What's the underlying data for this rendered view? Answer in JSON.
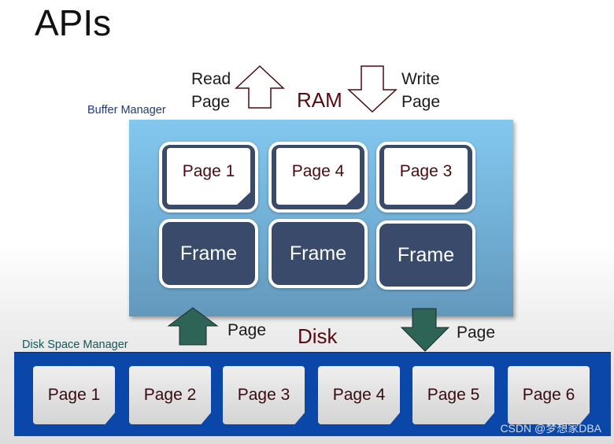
{
  "title": "APIs",
  "ram": {
    "label": "RAM",
    "read_label_line1": "Read",
    "read_label_line2": "Page",
    "write_label_line1": "Write",
    "write_label_line2": "Page"
  },
  "buffer_manager": {
    "label": "Buffer Manager",
    "pages": [
      {
        "label": "Page 1"
      },
      {
        "label": "Page 4"
      },
      {
        "label": "Page 3"
      }
    ],
    "frames": [
      {
        "label": "Frame"
      },
      {
        "label": "Frame"
      },
      {
        "label": "Frame"
      }
    ]
  },
  "disk": {
    "label": "Disk",
    "up_arrow_label": "Page",
    "down_arrow_label": "Page"
  },
  "disk_space_manager": {
    "label": "Disk Space Manager",
    "pages": [
      {
        "label": "Page 1"
      },
      {
        "label": "Page 2"
      },
      {
        "label": "Page 3"
      },
      {
        "label": "Page 4"
      },
      {
        "label": "Page 5"
      },
      {
        "label": "Page 6"
      }
    ]
  },
  "colors": {
    "buffer_label": "#1e3a78",
    "disk_manager_label": "#0f5a5a",
    "arrow_green": "#2d6455",
    "arrow_outline": "#4a0a10",
    "disk_blue": "#0a47a8",
    "frame_navy": "#3a4a6a"
  },
  "watermark": "CSDN @梦想家DBA"
}
